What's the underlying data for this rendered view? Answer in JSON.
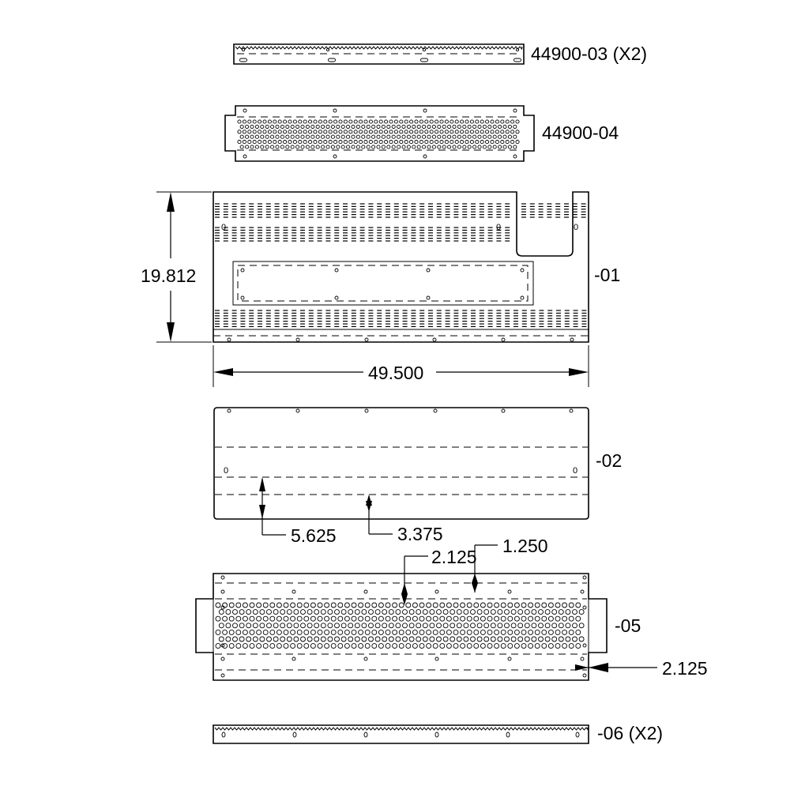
{
  "parts": {
    "p03": {
      "label": "44900-03 (X2)"
    },
    "p04": {
      "label": "44900-04"
    },
    "p01": {
      "label": "-01"
    },
    "p02": {
      "label": "-02"
    },
    "p05": {
      "label": "-05"
    },
    "p06": {
      "label": "-06 (X2)"
    }
  },
  "dimensions": {
    "height_01": "19.812",
    "width_01": "49.500",
    "d02_a": "5.625",
    "d02_b": "3.375",
    "d05_a": "2.125",
    "d05_b": "1.250",
    "d05_c": "2.125"
  },
  "marks": {
    "zero": "0"
  }
}
